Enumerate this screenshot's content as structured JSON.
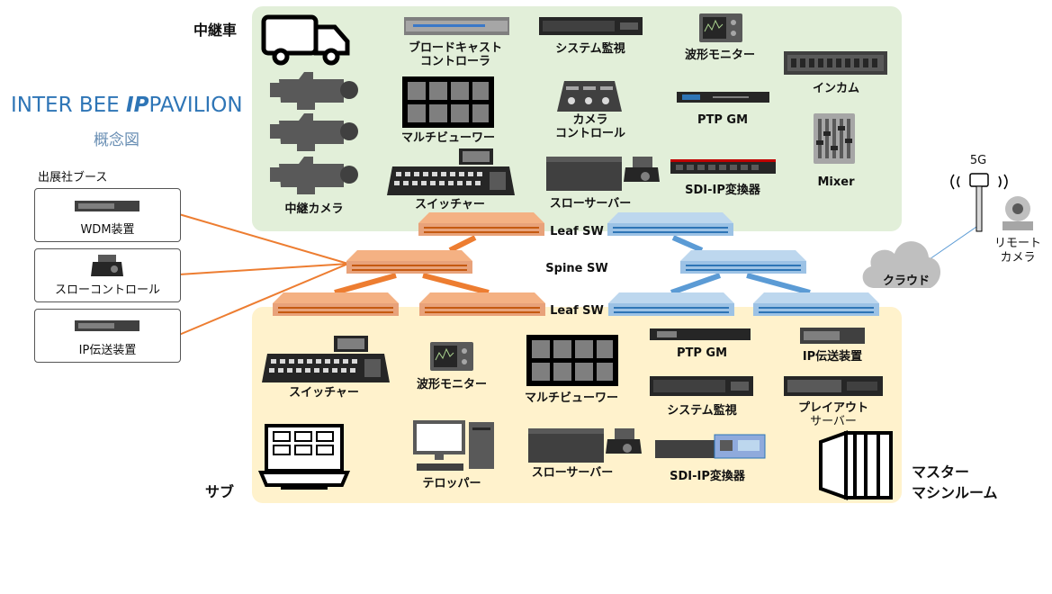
{
  "pavilion": {
    "title_a": "INTER BEE ",
    "title_ip": "IP",
    "title_b": "PAVILION",
    "subtitle": "概念図"
  },
  "zones": {
    "ob_van": "中継車",
    "sub": "サブ",
    "master_l1": "マスター",
    "master_l2": "マシンルーム"
  },
  "booth": {
    "title": "出展社ブース",
    "items": [
      "WDM装置",
      "スローコントロール",
      "IP伝送装置"
    ]
  },
  "ob_van": {
    "broadcast_controller_l1": "ブロードキャスト",
    "broadcast_controller_l2": "コントローラ",
    "system_monitor": "システム監視",
    "waveform_monitor": "波形モニター",
    "intercom": "インカム",
    "multiviewer": "マルチビューワー",
    "camera_control_l1": "カメラ",
    "camera_control_l2": "コントロール",
    "ptp_gm": "PTP GM",
    "switcher": "スイッチャー",
    "slow_server": "スローサーバー",
    "sdi_ip": "SDI-IP変換器",
    "mixer": "Mixer",
    "relay_camera": "中継カメラ"
  },
  "network": {
    "leaf_top": "Leaf SW",
    "spine": "Spine SW",
    "leaf_bottom": "Leaf SW"
  },
  "cloud": {
    "label": "クラウド",
    "fiveg": "5G",
    "remote_l1": "リモート",
    "remote_l2": "カメラ"
  },
  "sub": {
    "switcher": "スイッチャー",
    "waveform_monitor": "波形モニター",
    "multiviewer": "マルチビューワー",
    "ptp_gm": "PTP GM",
    "ip_transmission": "IP伝送装置",
    "system_monitor": "システム監視",
    "playout_l1": "プレイアウト",
    "playout_l2": "サーバー",
    "slow_server": "スローサーバー",
    "sdi_ip": "SDI-IP変換器",
    "telop": "テロッパー"
  },
  "colors": {
    "ob_zone": "#e2efd9",
    "sub_zone": "#fff2cc",
    "orange_switch": "#e8a27a",
    "orange_line": "#ed7d31",
    "blue_switch": "#9cc2e5",
    "blue_line": "#5b9bd5",
    "pavilion_blue": "#2e75b6"
  }
}
